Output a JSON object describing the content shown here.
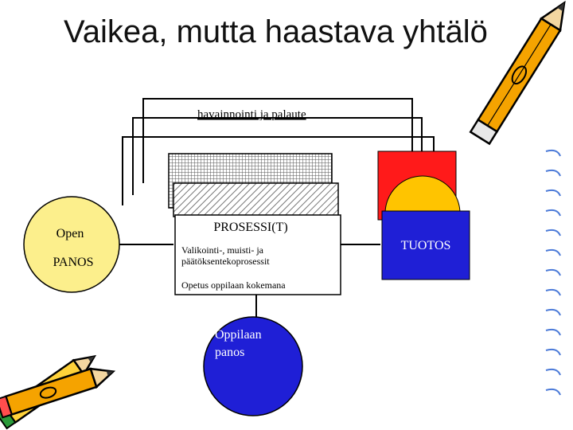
{
  "slide": {
    "title": "Vaikea, mutta haastava yhtälö"
  },
  "diagram": {
    "feedback_label": "havainnointi ja palaute",
    "input": {
      "line1": "Open",
      "line2": "PANOS",
      "color": "#fcef8c"
    },
    "process": {
      "title": "PROSESSI(T)",
      "line1": "Valikointi-, muisti- ja",
      "line2": "päätöksentekoprosessit",
      "footer": "Opetus oppilaan kokemana"
    },
    "output": {
      "label": "TUOTOS",
      "color": "#1f1fd6"
    },
    "student": {
      "line1": "Oppilaan",
      "line2": "panos",
      "color": "#1f1fd6"
    },
    "colors": {
      "red": "#ff1a1a",
      "yellow": "#ffc400",
      "pencil_orange": "#f5a300",
      "pencil_yellow": "#ffd23a"
    },
    "icons": [
      "pencil-icon",
      "pencils-icon",
      "spiral-binding-icon"
    ]
  }
}
